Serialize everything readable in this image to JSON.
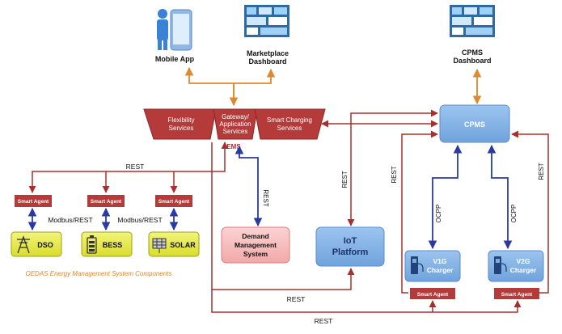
{
  "top": {
    "mobile_app": "Mobile App",
    "marketplace_l1": "Marketplace",
    "marketplace_l2": "Dashboard",
    "cpms_dash_l1": "CPMS",
    "cpms_dash_l2": "Dashboard"
  },
  "ems": {
    "label": "EMS",
    "flex_l1": "Flexibility",
    "flex_l2": "Services",
    "gw_l1": "Gateway/",
    "gw_l2": "Application",
    "gw_l3": "Services",
    "smart_l1": "Smart Charging",
    "smart_l2": "Services"
  },
  "cpms": {
    "label": "CPMS"
  },
  "edge": {
    "agent1": "Smart Agent",
    "agent2": "Smart Agent",
    "agent3": "Smart Agent",
    "modbus1": "Modbus/REST",
    "modbus2": "Modbus/REST",
    "dso": "DSO",
    "bess": "BESS",
    "solar": "SOLAR",
    "caption": "OEDAS Energy Management System Components"
  },
  "dms": {
    "l1": "Demand",
    "l2": "Management",
    "l3": "System"
  },
  "iot": {
    "l1": "IoT",
    "l2": "Platform"
  },
  "chargers": {
    "v1g_l1": "V1G",
    "v1g_l2": "Charger",
    "v2g_l1": "V2G",
    "v2g_l2": "Charger",
    "agent_v1g": "Smart Agent",
    "agent_v2g": "Smart Agent"
  },
  "links": {
    "rest_top": "REST",
    "rest_dms": "REST",
    "rest_iot": "REST",
    "rest_v1g": "REST",
    "rest_v2g": "REST",
    "rest_bottom1": "REST",
    "rest_bottom2": "REST",
    "ocpp1": "OCPP",
    "ocpp2": "OCPP"
  },
  "colors": {
    "red": "#a92e2e",
    "orange": "#e0892c",
    "blue": "#2a3aa0",
    "node_blue": "#7aaee0",
    "yellow": "#e7ea4c",
    "pink": "#f5b7b7"
  }
}
